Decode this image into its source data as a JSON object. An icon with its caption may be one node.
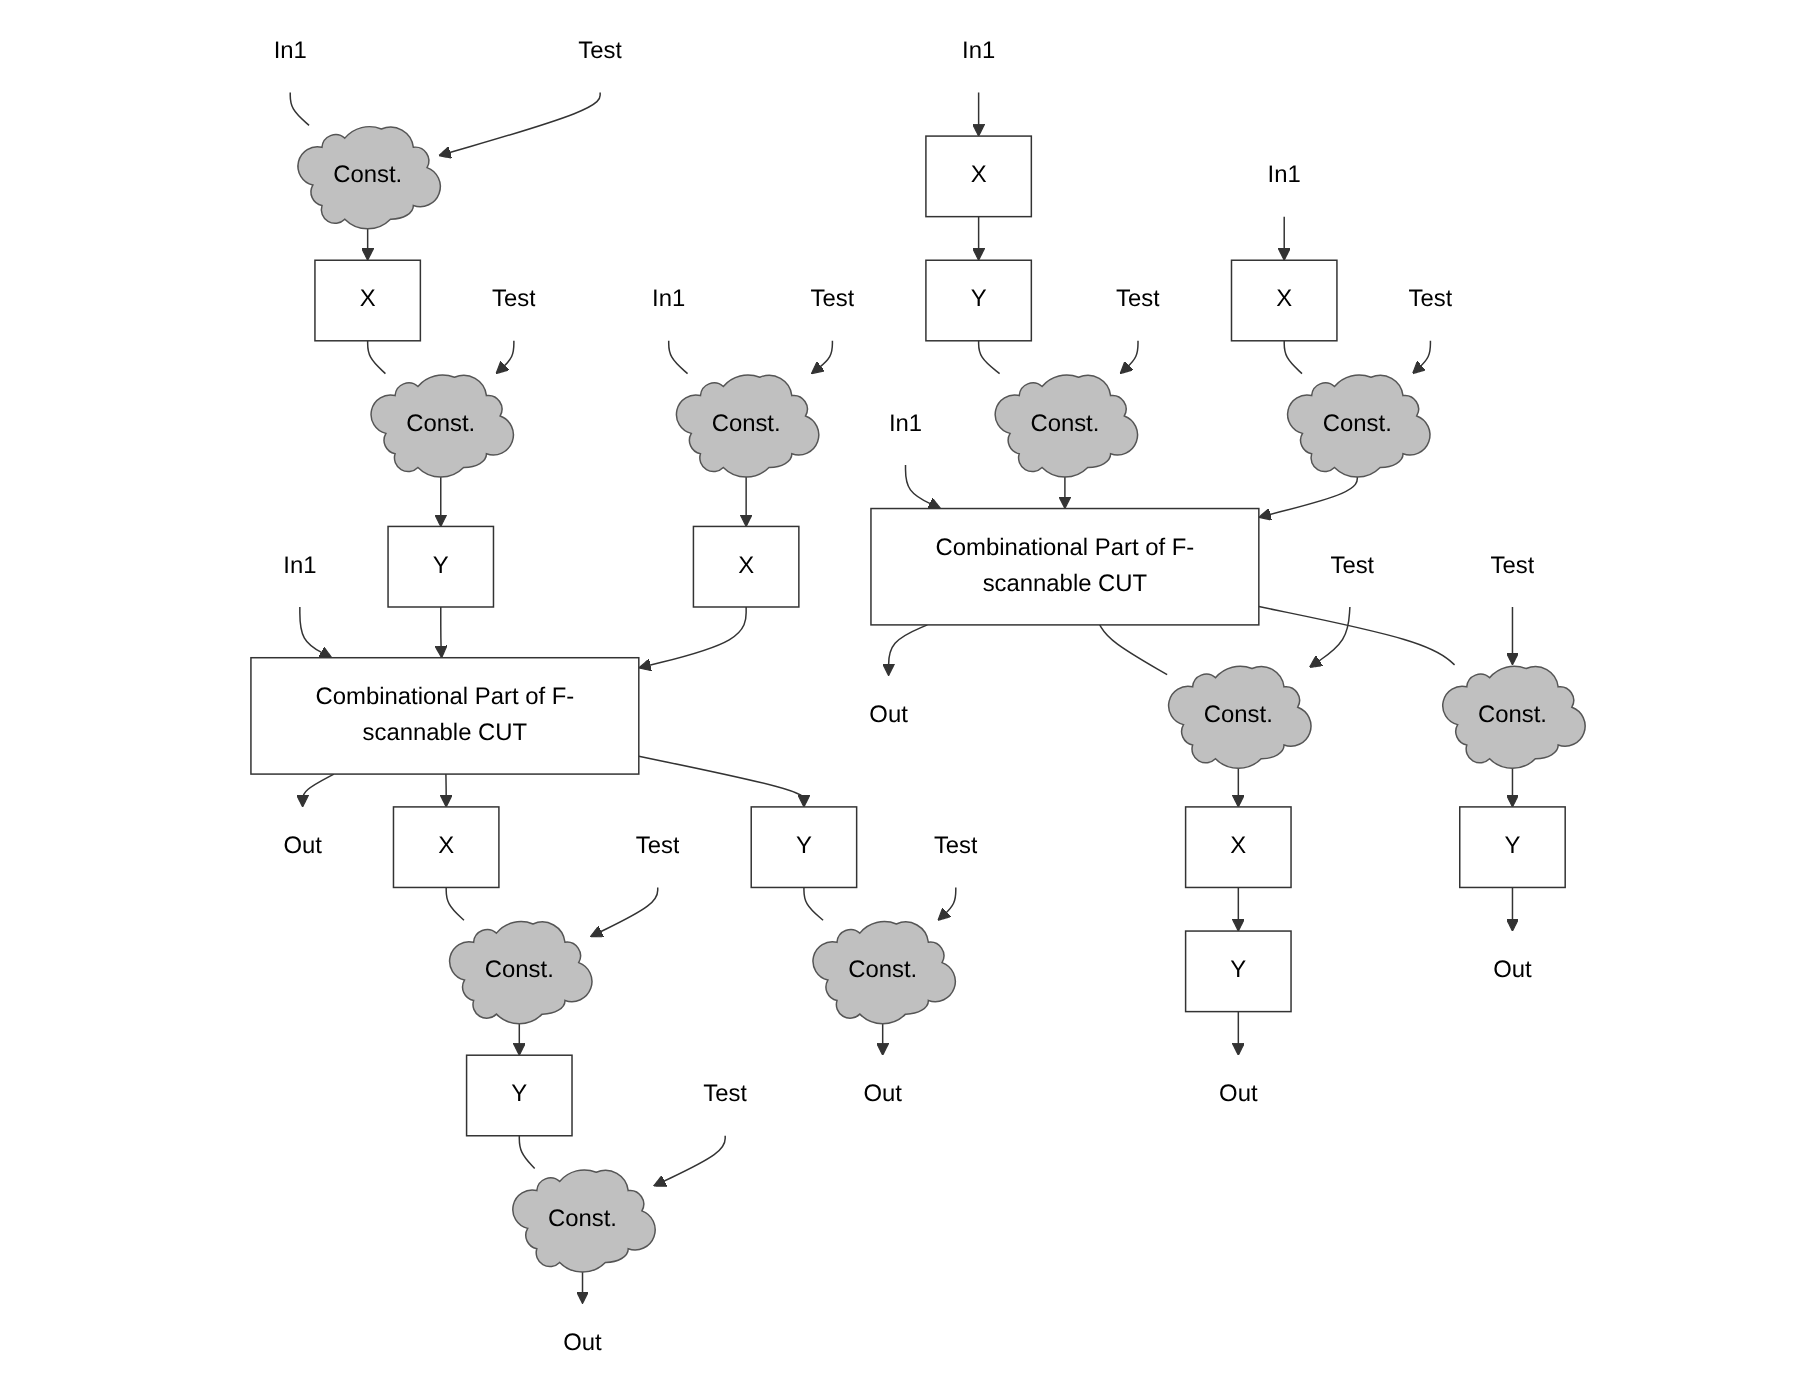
{
  "diagram": {
    "nodes": [
      {
        "text": [
          "In1"
        ]
      },
      {
        "text": [
          "Test"
        ]
      },
      {
        "text": [
          "Const."
        ]
      },
      {
        "text": [
          "X"
        ]
      },
      {
        "text": [
          "Test"
        ]
      },
      {
        "text": [
          "In1"
        ]
      },
      {
        "text": [
          "Test"
        ]
      },
      {
        "text": [
          "Const."
        ]
      },
      {
        "text": [
          "Const."
        ]
      },
      {
        "text": [
          "In1"
        ]
      },
      {
        "text": [
          "Y"
        ]
      },
      {
        "text": [
          "X"
        ]
      },
      {
        "text": [
          "Combinational Part of F-scannable CUT"
        ]
      },
      {
        "text": [
          "Out"
        ]
      },
      {
        "text": [
          "X"
        ]
      },
      {
        "text": [
          "Test"
        ]
      },
      {
        "text": [
          "Y"
        ]
      },
      {
        "text": [
          "Test"
        ]
      },
      {
        "text": [
          "Const."
        ]
      },
      {
        "text": [
          "Const."
        ]
      },
      {
        "text": [
          "Y"
        ]
      },
      {
        "text": [
          "Test"
        ]
      },
      {
        "text": [
          "Out"
        ]
      },
      {
        "text": [
          "Const."
        ]
      },
      {
        "text": [
          "Out"
        ]
      },
      {
        "text": [
          "In1"
        ]
      },
      {
        "text": [
          "X"
        ]
      },
      {
        "text": [
          "In1"
        ]
      },
      {
        "text": [
          "Y"
        ]
      },
      {
        "text": [
          "Test"
        ]
      },
      {
        "text": [
          "X"
        ]
      },
      {
        "text": [
          "Test"
        ]
      },
      {
        "text": [
          "In1"
        ]
      },
      {
        "text": [
          "Const."
        ]
      },
      {
        "text": [
          "Const."
        ]
      },
      {
        "text": [
          "Combinational Part of F-scannable CUT"
        ]
      },
      {
        "text": [
          "Test"
        ]
      },
      {
        "text": [
          "Test"
        ]
      },
      {
        "text": [
          "Out"
        ]
      },
      {
        "text": [
          "Const."
        ]
      },
      {
        "text": [
          "Const."
        ]
      },
      {
        "text": [
          "X"
        ]
      },
      {
        "text": [
          "Y"
        ]
      },
      {
        "text": [
          "Y"
        ]
      },
      {
        "text": [
          "Out"
        ]
      },
      {
        "text": [
          "Out"
        ]
      }
    ],
    "edges": [
      {
        "from": 0,
        "to": 2,
        "arrow": "none"
      },
      {
        "from": 1,
        "to": 2,
        "arrow": "to"
      },
      {
        "from": 2,
        "to": 3,
        "arrow": "to"
      },
      {
        "from": 3,
        "to": 7,
        "arrow": "none"
      },
      {
        "from": 4,
        "to": 7,
        "arrow": "to"
      },
      {
        "from": 7,
        "to": 10,
        "arrow": "to"
      },
      {
        "from": 5,
        "to": 8,
        "arrow": "none"
      },
      {
        "from": 6,
        "to": 8,
        "arrow": "to"
      },
      {
        "from": 8,
        "to": 11,
        "arrow": "to"
      },
      {
        "from": 9,
        "to": 12,
        "arrow": "to"
      },
      {
        "from": 10,
        "to": 12,
        "arrow": "to"
      },
      {
        "from": 11,
        "to": 12,
        "arrow": "to"
      },
      {
        "from": 12,
        "to": 13,
        "arrow": "to"
      },
      {
        "from": 12,
        "to": 14,
        "arrow": "to"
      },
      {
        "from": 12,
        "to": 16,
        "arrow": "to"
      },
      {
        "from": 14,
        "to": 18,
        "arrow": "none"
      },
      {
        "from": 15,
        "to": 18,
        "arrow": "to"
      },
      {
        "from": 18,
        "to": 20,
        "arrow": "to"
      },
      {
        "from": 16,
        "to": 19,
        "arrow": "none"
      },
      {
        "from": 17,
        "to": 19,
        "arrow": "to"
      },
      {
        "from": 19,
        "to": 22,
        "arrow": "to"
      },
      {
        "from": 20,
        "to": 23,
        "arrow": "none"
      },
      {
        "from": 21,
        "to": 23,
        "arrow": "to"
      },
      {
        "from": 23,
        "to": 24,
        "arrow": "to"
      },
      {
        "from": 25,
        "to": 26,
        "arrow": "to"
      },
      {
        "from": 26,
        "to": 28,
        "arrow": "to"
      },
      {
        "from": 27,
        "to": 30,
        "arrow": "to"
      },
      {
        "from": 28,
        "to": 33,
        "arrow": "none"
      },
      {
        "from": 29,
        "to": 33,
        "arrow": "to"
      },
      {
        "from": 30,
        "to": 34,
        "arrow": "none"
      },
      {
        "from": 31,
        "to": 34,
        "arrow": "to"
      },
      {
        "from": 32,
        "to": 35,
        "arrow": "to"
      },
      {
        "from": 33,
        "to": 35,
        "arrow": "to"
      },
      {
        "from": 34,
        "to": 35,
        "arrow": "to"
      },
      {
        "from": 35,
        "to": 38,
        "arrow": "to"
      },
      {
        "from": 35,
        "to": 39,
        "arrow": "none"
      },
      {
        "from": 36,
        "to": 39,
        "arrow": "to"
      },
      {
        "from": 35,
        "to": 40,
        "arrow": "none"
      },
      {
        "from": 37,
        "to": 40,
        "arrow": "to"
      },
      {
        "from": 39,
        "to": 41,
        "arrow": "to"
      },
      {
        "from": 40,
        "to": 42,
        "arrow": "to"
      },
      {
        "from": 41,
        "to": 43,
        "arrow": "to"
      },
      {
        "from": 42,
        "to": 44,
        "arrow": "to"
      },
      {
        "from": 43,
        "to": 45,
        "arrow": "to"
      }
    ]
  }
}
